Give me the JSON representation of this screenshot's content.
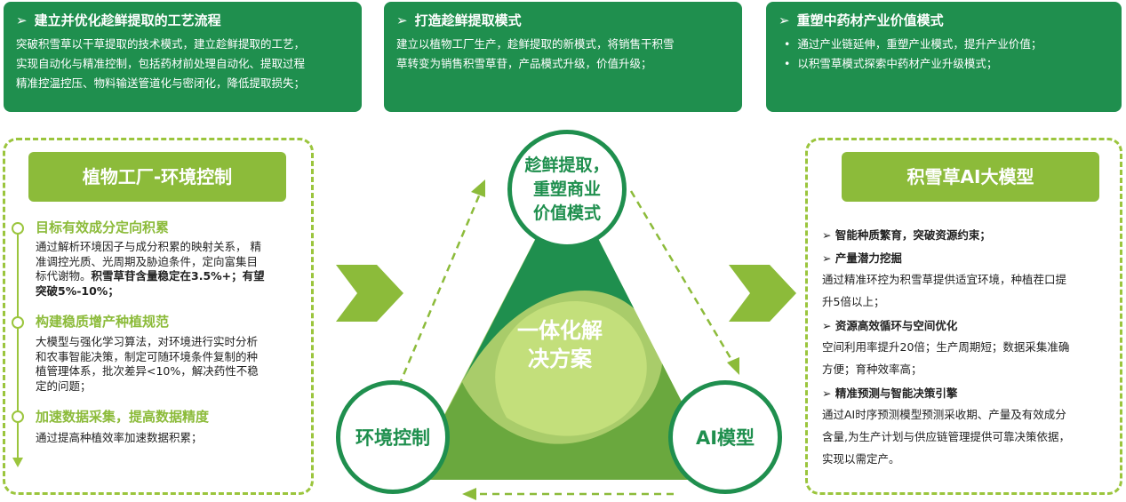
{
  "top_boxes": [
    {
      "title": "建立并优化趁鲜提取的工艺流程",
      "lines": [
        "突破积雪草以干草提取的技术模式，建立趁鲜提取的工艺，",
        "实现自动化与精准控制，包括药材前处理自动化、提取过程",
        "精准控温控压、物料输送管道化与密闭化，降低提取损失；"
      ]
    },
    {
      "title": "打造趁鲜提取模式",
      "lines": [
        "建立以植物工厂生产，趁鲜提取的新模式，将销售干积雪",
        "草转变为销售积雪草苷，产品模式升级，价值升级；"
      ]
    },
    {
      "title": "重塑中药材产业价值模式",
      "bullets": [
        "通过产业链延伸，重塑产业模式，提升产业价值；",
        "以积雪草模式探索中药材产业升级模式；"
      ]
    }
  ],
  "left_panel": {
    "tag": "植物工厂-环境控制",
    "items": [
      {
        "head": "目标有效成分定向积累",
        "lines": [
          "通过解析环境因子与成分积累的映射关系， 精",
          "准调控光质、光周期及胁迫条件，定向富集目",
          "标代谢物。"
        ],
        "bold1": "积雪草苷含量稳定在3.5%+；有望",
        "bold2": "突破5%-10%；"
      },
      {
        "head": "构建稳质增产种植规范",
        "lines": [
          "大模型与强化学习算法，对环境进行实时分析",
          "和农事智能决策，制定可随环境条件复制的种",
          "植管理体系，批次差异<10%，解决药性不稳",
          "定的问题；"
        ]
      },
      {
        "head": "加速数据采集，提高数据精度",
        "lines": [
          "通过提高种植效率加速数据积累；"
        ]
      }
    ]
  },
  "right_panel": {
    "tag": "积雪草AI大模型",
    "items": [
      {
        "head": "智能种质繁育，突破资源约束；",
        "lines": []
      },
      {
        "head": "产量潜力挖掘",
        "lines": [
          "通过精准环控为积雪草提供适宜环境，种植茬口提",
          "升5倍以上；"
        ]
      },
      {
        "head": "资源高效循环与空间优化",
        "lines": [
          "空间利用率提升20倍；生产周期短；数据采集准确",
          "方便；育种效率高；"
        ]
      },
      {
        "head": "精准预测与智能决策引擎",
        "lines": [
          "通过AI时序预测模型预测采收期、产量及有效成分",
          "含量,为生产计划与供应链管理提供可靠决策依据，",
          "实现以需定产。"
        ]
      }
    ]
  },
  "center": {
    "top_circle": [
      "趁鲜提取，",
      "重塑商业",
      "价值模式"
    ],
    "left_circle": "环境控制",
    "right_circle": "AI模型",
    "core": [
      "一体化解",
      "决方案"
    ]
  },
  "colors": {
    "dark_green": "#1f8f4e",
    "light_green": "#8cbb3a",
    "dash_green": "#9bc53d"
  }
}
